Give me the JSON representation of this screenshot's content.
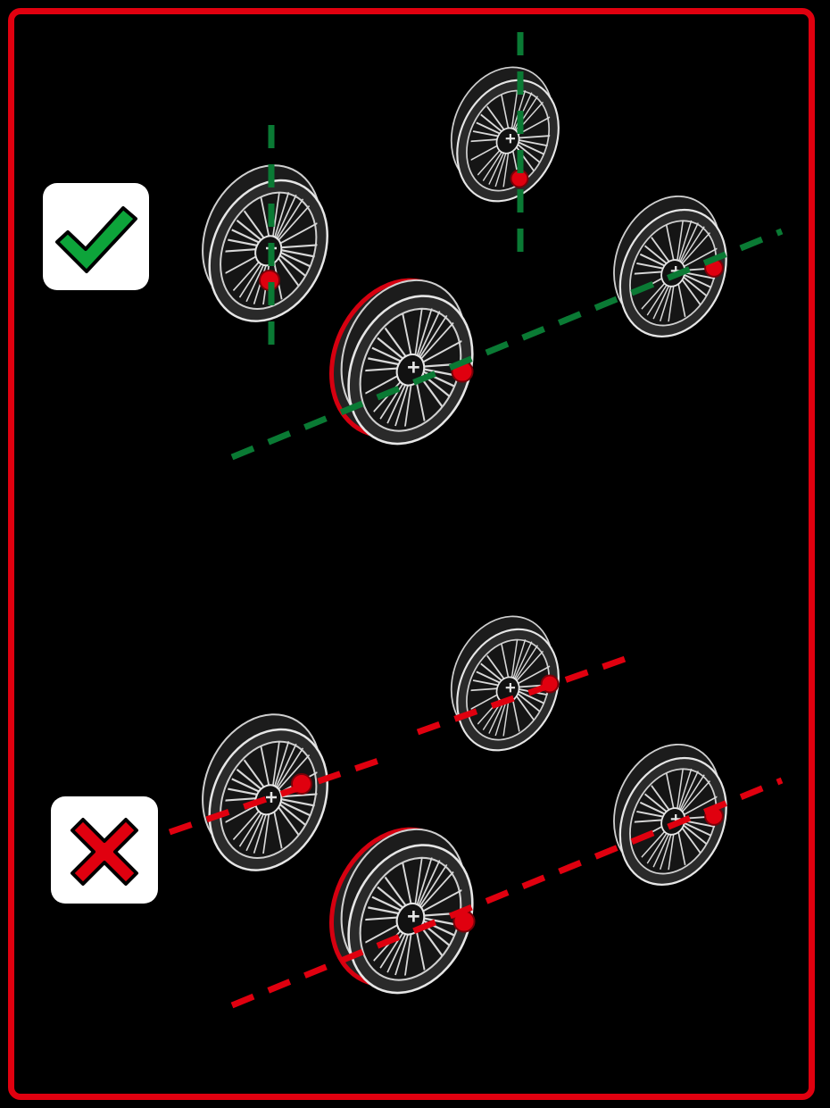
{
  "colors": {
    "frame": "#e0000f",
    "correct": "#0a7a34",
    "incorrect": "#e0000f",
    "check_fill": "#0da43a",
    "cross_fill": "#e0000f",
    "wheel_outline": "#cfcfcf",
    "wheel_body": "#2a2a2a",
    "pin": "#e0000f",
    "flange": "#d60010"
  },
  "panels": [
    {
      "name": "correct-panel",
      "icon": "checkmark-icon",
      "status": "correct"
    },
    {
      "name": "incorrect-panel",
      "icon": "cross-icon",
      "status": "incorrect"
    }
  ]
}
